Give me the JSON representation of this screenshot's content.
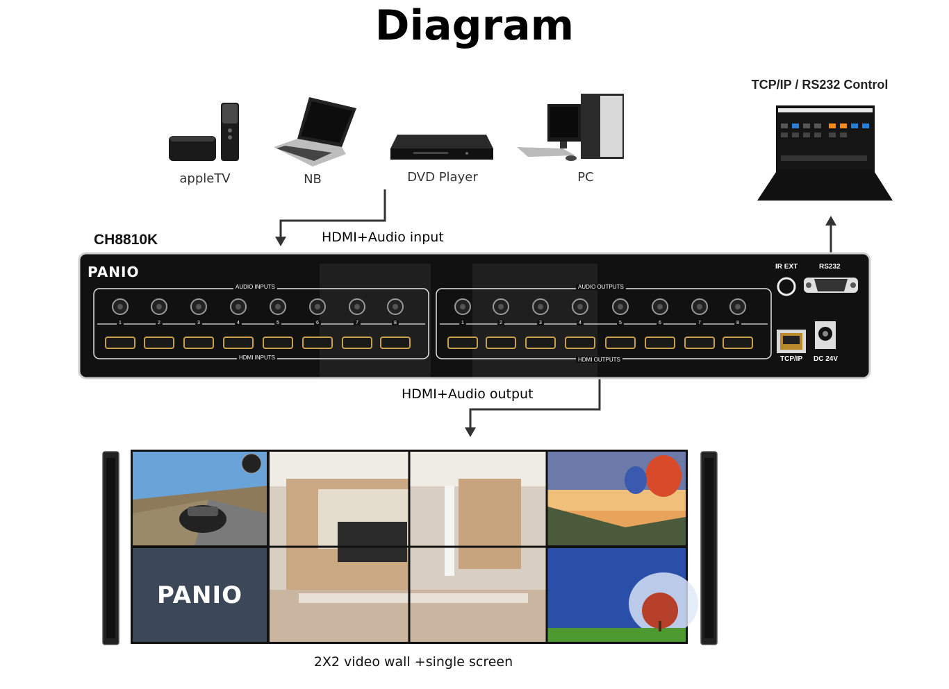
{
  "title": "Diagram",
  "sources": [
    {
      "label": "appleTV",
      "icon": "apple-tv-icon"
    },
    {
      "label": "NB",
      "icon": "laptop-icon"
    },
    {
      "label": "DVD Player",
      "icon": "dvd-player-icon"
    },
    {
      "label": "PC",
      "icon": "desktop-pc-icon"
    }
  ],
  "control": {
    "label": "TCP/IP / RS232 Control",
    "icon": "control-laptop-icon"
  },
  "device": {
    "model": "CH8810K",
    "brand": "PANIO",
    "audio_inputs_label": "AUDIO INPUTS",
    "hdmi_inputs_label": "HDMI INPUTS",
    "audio_outputs_label": "AUDIO OUTPUTS",
    "hdmi_outputs_label": "HDMI OUTPUTS",
    "ir_ext_label": "IR EXT",
    "rs232_label": "RS232",
    "tcpip_label": "TCP/IP",
    "dc_label": "DC 24V",
    "port_numbers": [
      "1",
      "2",
      "3",
      "4",
      "5",
      "6",
      "7",
      "8"
    ]
  },
  "flows": {
    "input_label": "HDMI+Audio input",
    "output_label": "HDMI+Audio output"
  },
  "video_wall": {
    "tile_brand": "PANIO",
    "caption": "2X2 video wall +single screen"
  },
  "colors": {
    "panel": "#111111",
    "panel_border": "#c8c8c8",
    "arrow": "#333333",
    "tile_brand_bg": "#3c4857",
    "sky": "#2a4fa8"
  }
}
